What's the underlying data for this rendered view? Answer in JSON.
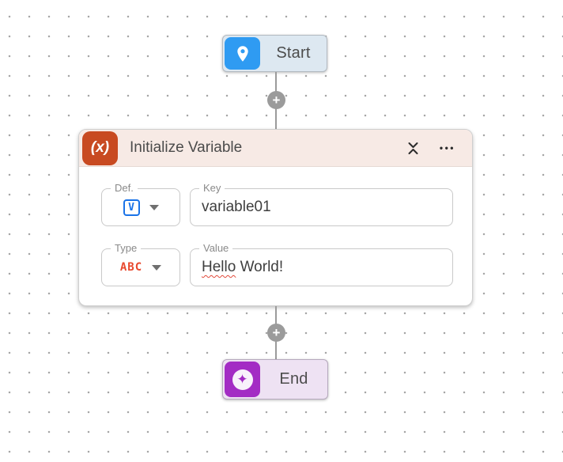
{
  "canvas": {
    "grid": "dotted",
    "background": "#ffffff",
    "dot_color": "#a6a6a6"
  },
  "connectors": {
    "plus_glyph": "+",
    "line_color": "#9b9b9b"
  },
  "start_node": {
    "label": "Start",
    "icon": "map-pin-icon",
    "icon_bg": "#2f9bf2",
    "bg": "#dde8f1"
  },
  "end_node": {
    "label": "End",
    "icon": "sparkle-icon",
    "sparkle_glyph": "✦",
    "icon_bg": "#a32cc4",
    "bg": "#eee2f3"
  },
  "card": {
    "title": "Initialize Variable",
    "icon_text": "(x)",
    "icon_bg": "#c84a21",
    "header_bg": "#f7eae5",
    "more_glyph": "•••",
    "fields": {
      "def": {
        "label": "Def.",
        "selected_glyph": "V",
        "glyph_color": "#1a73e8"
      },
      "key": {
        "label": "Key",
        "value": "variable01"
      },
      "type": {
        "label": "Type",
        "selected_glyph": "ABC",
        "glyph_color": "#e8492e"
      },
      "value": {
        "label": "Value",
        "misspelled_word": "Hello",
        "rest": " World!"
      }
    }
  }
}
